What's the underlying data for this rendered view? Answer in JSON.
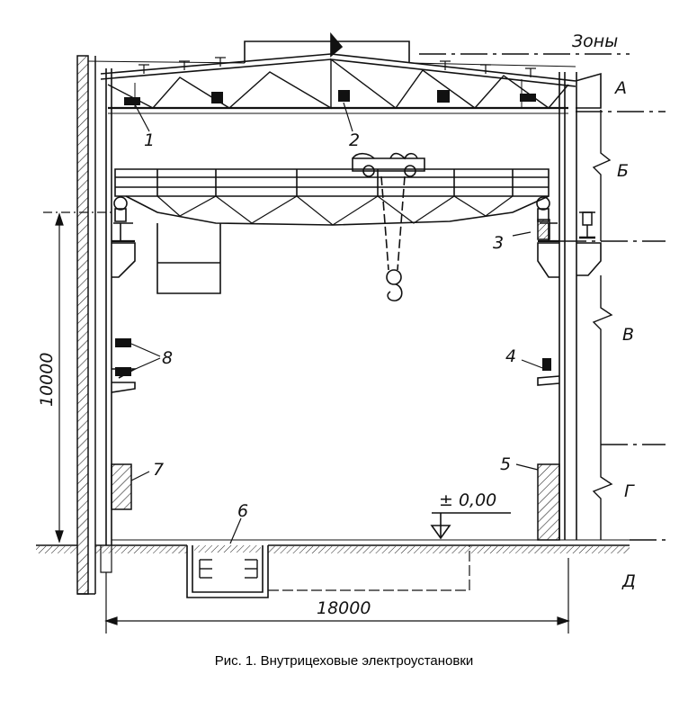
{
  "zones": {
    "header": "Зоны",
    "labels": [
      "А",
      "Б",
      "В",
      "Г",
      "Д"
    ]
  },
  "callouts": [
    "1",
    "2",
    "3",
    "4",
    "5",
    "6",
    "7",
    "8"
  ],
  "dimensions": {
    "height": "10000",
    "span": "18000",
    "floor_level": "± 0,00"
  },
  "caption": "Рис. 1. Внутрицеховые электроустановки"
}
